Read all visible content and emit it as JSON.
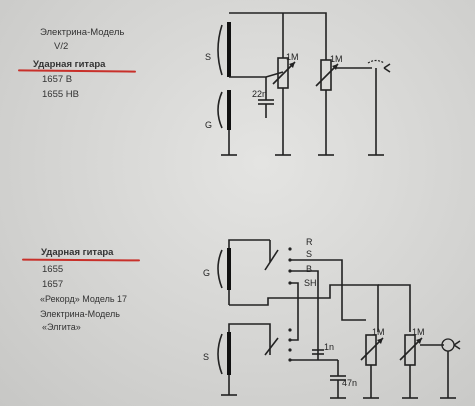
{
  "top_block": {
    "lines": [
      "Электрина-Модель",
      "V/2"
    ],
    "title": "Ударная гитара",
    "models": [
      "1657 B",
      "1655 HB"
    ]
  },
  "bottom_block": {
    "title": "Ударная гитара",
    "lines": [
      "1655",
      "1657",
      "«Рекорд» Модель 17",
      "Электрина-Модель",
      "«Элгита»"
    ]
  },
  "schematic_top": {
    "coil_s": "S",
    "coil_g": "G",
    "cap": "22n",
    "pot1": "1M",
    "pot2": "1M"
  },
  "schematic_bottom": {
    "coil_g": "G",
    "coil_s": "S",
    "switch_positions": [
      "R",
      "S",
      "B",
      "SH"
    ],
    "cap1": "1n",
    "cap2": "47n",
    "pot1": "1M",
    "pot2": "1M"
  },
  "colors": {
    "underline": "#c8302a",
    "ink": "#222222",
    "paper": "#d6d6d4"
  }
}
